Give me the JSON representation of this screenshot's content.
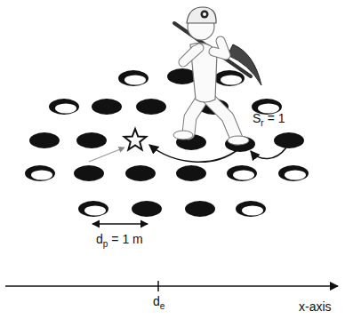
{
  "diagram": {
    "labels": [
      "S",
      "r",
      "= 1",
      "d",
      "p",
      "= 1 m",
      "d",
      "e",
      "x-axis"
    ]
  }
}
